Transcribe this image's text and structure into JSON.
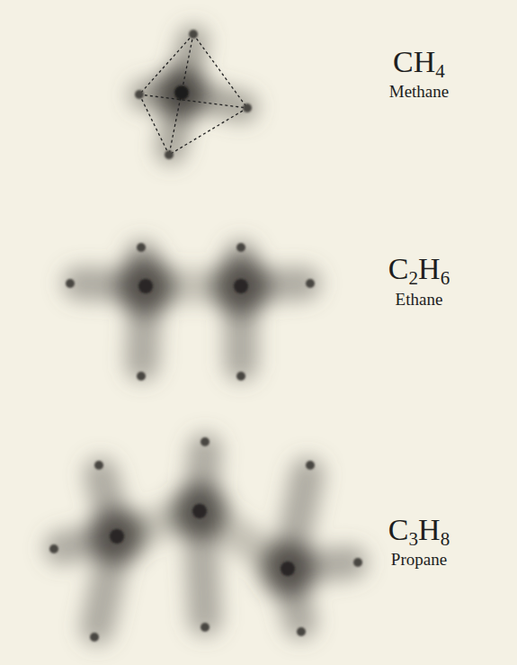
{
  "diagram": {
    "labels": [
      "CH4",
      "Methane",
      "C2H6",
      "Ethane",
      "C3H8",
      "Propane"
    ]
  }
}
